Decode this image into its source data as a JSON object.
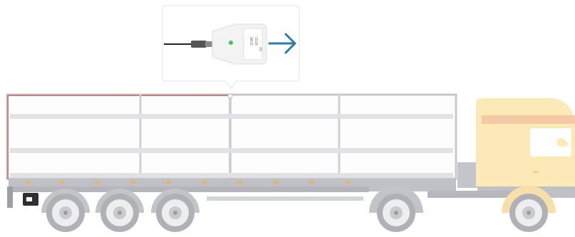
{
  "callout": {
    "device_label_lines": [
      "AB35",
      "CD3A",
      "IO"
    ],
    "arrow_icon": "arrow-right-icon",
    "status_led_color": "#3ecb4c",
    "arrow_color": "#2a7dab"
  },
  "truck": {
    "cab_color": "#fde8b8",
    "trailer_frame_color": "#c8c8cc",
    "chassis_color": "#c0c1c6",
    "wheel_icon": "wheel-icon",
    "reflector_color": "#f4b24e",
    "highlight_color": "#c98080"
  }
}
